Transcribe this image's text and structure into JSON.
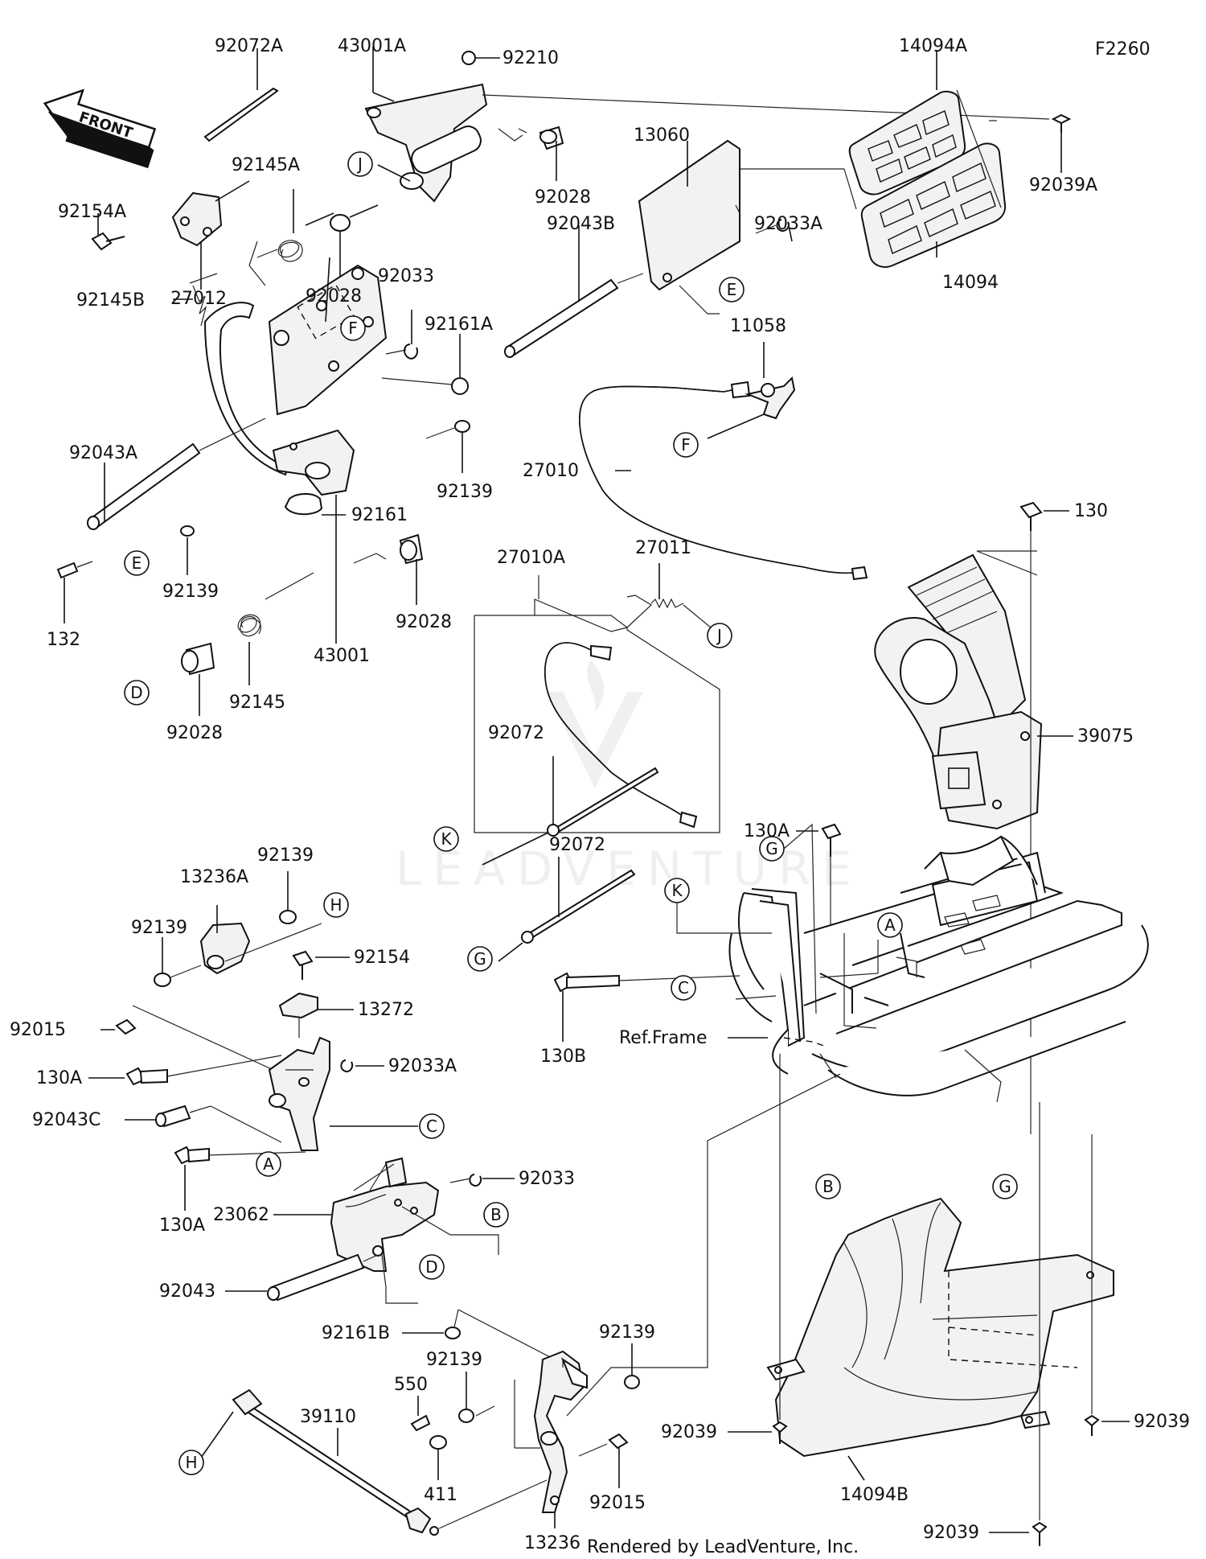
{
  "diagram_code": "F2260",
  "footer": "Rendered by LeadVenture, Inc.",
  "watermark": "LEADVENTURE",
  "front_arrow": "FRONT",
  "ref_frame": "Ref.Frame",
  "labels": {
    "p92072A": "92072A",
    "p43001A": "43001A",
    "p92210": "92210",
    "p14094A": "14094A",
    "p92145A": "92145A",
    "p92154A": "92154A",
    "p27012": "27012",
    "p92028a": "92028",
    "p92028b": "92028",
    "p13060": "13060",
    "p92039A": "92039A",
    "p92033A_top": "92033A",
    "p14094": "14094",
    "p92043B": "92043B",
    "p92033_top": "92033",
    "p92161A": "92161A",
    "p11058": "11058",
    "p92145B": "92145B",
    "p92043A": "92043A",
    "p92139a": "92139",
    "p27010": "27010",
    "p92161": "92161",
    "p130": "130",
    "p92139b": "92139",
    "p132": "132",
    "p27010A": "27010A",
    "p27011": "27011",
    "p92028c": "92028",
    "p43001": "43001",
    "p92145": "92145",
    "p92028d": "92028",
    "p39075": "39075",
    "p92072a": "92072",
    "p130A_top": "130A",
    "p92072b": "92072",
    "p92139c": "92139",
    "p13236A": "13236A",
    "p92139d": "92139",
    "p92154": "92154",
    "p13272": "13272",
    "p92015a": "92015",
    "p130A_mid": "130A",
    "p92033A_mid": "92033A",
    "p92043C": "92043C",
    "p130A_low": "130A",
    "p130B": "130B",
    "p92033_mid": "92033",
    "p23062": "23062",
    "p92043": "92043",
    "p92161B": "92161B",
    "p92139e": "92139",
    "p92139f": "92139",
    "p550": "550",
    "p39110": "39110",
    "p411": "411",
    "p92015b": "92015",
    "p13236": "13236",
    "p92039a": "92039",
    "p92039b": "92039",
    "p14094B": "14094B",
    "p92039c": "92039"
  },
  "callouts": {
    "J1": "J",
    "E1": "E",
    "F1": "F",
    "F2": "F",
    "E2": "E",
    "D1": "D",
    "J2": "J",
    "K1": "K",
    "G1": "G",
    "G2": "G",
    "K2": "K",
    "A1": "A",
    "C1": "C",
    "H1": "H",
    "C2": "C",
    "A2": "A",
    "B1": "B",
    "D2": "D",
    "B2": "B",
    "G3": "G",
    "H2": "H"
  },
  "icons": {
    "front": "front-arrow-icon"
  }
}
